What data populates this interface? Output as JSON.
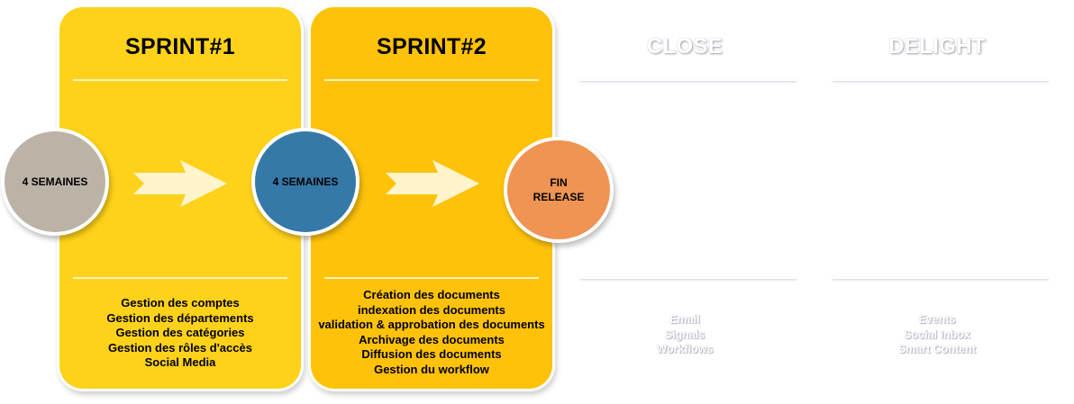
{
  "columns": [
    {
      "title": "SPRINT#1",
      "items": [
        "Gestion des comptes",
        "Gestion des départements",
        "Gestion des catégories",
        "Gestion des rôles d'accès",
        "Social Media"
      ]
    },
    {
      "title": "SPRINT#2",
      "items": [
        "Création des documents",
        "indexation des documents",
        "validation & approbation des documents",
        "Archivage des documents",
        "Diffusion des documents",
        "Gestion du workflow"
      ]
    },
    {
      "title": "CLOSE",
      "items": [
        "Email",
        "Signals",
        "Workflows"
      ]
    },
    {
      "title": "DELIGHT",
      "items": [
        "Events",
        "Social Inbox",
        "Smart Content"
      ]
    }
  ],
  "milestones": [
    {
      "label": "4 SEMAINES",
      "color": "#bcb3a7"
    },
    {
      "label": "4 SEMAINES",
      "color": "#3579a8"
    },
    {
      "label_line1": "FIN",
      "label_line2": "RELEASE",
      "color": "#ef9452"
    }
  ],
  "colors": {
    "sprint1": "#fed21a",
    "sprint2": "#fec20a",
    "arrow": "#fff4cc"
  }
}
